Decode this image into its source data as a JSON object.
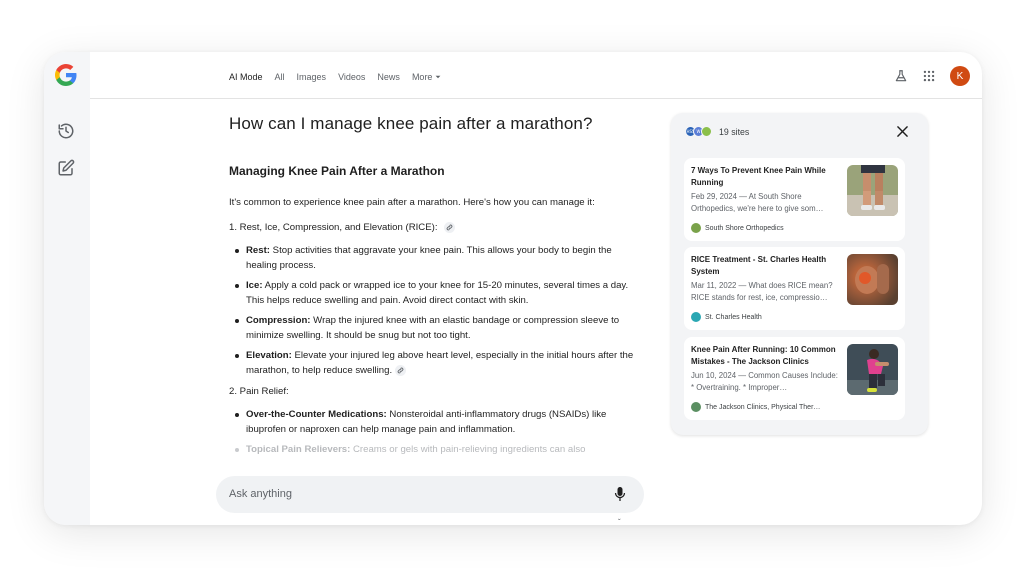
{
  "header": {
    "tabs": [
      {
        "label": "AI Mode",
        "active": true
      },
      {
        "label": "All"
      },
      {
        "label": "Images"
      },
      {
        "label": "Videos"
      },
      {
        "label": "News"
      }
    ],
    "more_label": "More",
    "avatar_letter": "K",
    "avatar_color": "#d04a12"
  },
  "main": {
    "question": "How can I manage knee pain after a marathon?",
    "heading": "Managing Knee Pain After a Marathon",
    "intro": "It's common to experience knee pain after a marathon. Here's how you can manage it:",
    "sections": [
      {
        "title": "1. Rest, Ice, Compression, and Elevation (RICE):",
        "items": [
          {
            "term": "Rest:",
            "text": " Stop activities that aggravate your knee pain. This allows your body to begin the healing process."
          },
          {
            "term": "Ice:",
            "text": " Apply a cold pack or wrapped ice to your knee for 15-20 minutes, several times a day. This helps reduce swelling and pain. Avoid direct contact with skin."
          },
          {
            "term": "Compression:",
            "text": " Wrap the injured knee with an elastic bandage or compression sleeve to minimize swelling. It should be snug but not too tight."
          },
          {
            "term": "Elevation:",
            "text": " Elevate your injured leg above heart level, especially in the initial hours after the marathon, to help reduce swelling."
          }
        ]
      },
      {
        "title": "2. Pain Relief:",
        "items": [
          {
            "term": "Over-the-Counter Medications:",
            "text": " Nonsteroidal anti-inflammatory drugs (NSAIDs) like ibuprofen or naproxen can help manage pain and inflammation."
          },
          {
            "term": "Topical Pain Relievers:",
            "text": " Creams or gels with pain-relieving ingredients can also"
          }
        ]
      }
    ],
    "ask_placeholder": "Ask anything",
    "caret": "ˇ"
  },
  "sources": {
    "count_label": "19 sites",
    "favicons": [
      "HSS",
      "W",
      ""
    ],
    "cards": [
      {
        "title": "7 Ways To Prevent Knee Pain While Running",
        "snippet": "Feb 29, 2024 — At South Shore Orthopedics, we're here to give som…",
        "source": "South Shore Orthopedics"
      },
      {
        "title": "RICE Treatment - St. Charles Health System",
        "snippet": "Mar 11, 2022 — What does RICE mean? RICE stands for rest, ice, compressio…",
        "source": "St. Charles Health"
      },
      {
        "title": "Knee Pain After Running: 10 Common Mistakes - The Jackson Clinics",
        "snippet": "Jun 10, 2024 — Common Causes Include: * Overtraining. * Improper…",
        "source": "The Jackson Clinics, Physical Ther…"
      }
    ]
  }
}
